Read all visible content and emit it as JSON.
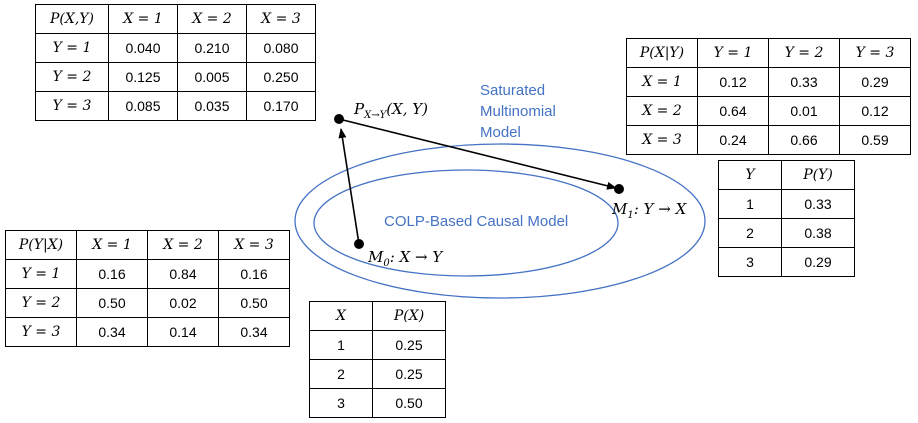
{
  "tables": {
    "joint": {
      "header": [
        "P(X,Y)",
        "X = 1",
        "X = 2",
        "X = 3"
      ],
      "rows": [
        [
          "Y = 1",
          "0.040",
          "0.210",
          "0.080"
        ],
        [
          "Y = 2",
          "0.125",
          "0.005",
          "0.250"
        ],
        [
          "Y = 3",
          "0.085",
          "0.035",
          "0.170"
        ]
      ]
    },
    "x_given_y": {
      "header": [
        "P(X|Y)",
        "Y = 1",
        "Y = 2",
        "Y = 3"
      ],
      "rows": [
        [
          "X = 1",
          "0.12",
          "0.33",
          "0.29"
        ],
        [
          "X = 2",
          "0.64",
          "0.01",
          "0.12"
        ],
        [
          "X = 3",
          "0.24",
          "0.66",
          "0.59"
        ]
      ]
    },
    "y_given_x": {
      "header": [
        "P(Y|X)",
        "X = 1",
        "X = 2",
        "X = 3"
      ],
      "rows": [
        [
          "Y = 1",
          "0.16",
          "0.84",
          "0.16"
        ],
        [
          "Y = 2",
          "0.50",
          "0.02",
          "0.50"
        ],
        [
          "Y = 3",
          "0.34",
          "0.14",
          "0.34"
        ]
      ]
    },
    "py": {
      "header": [
        "Y",
        "P(Y)"
      ],
      "rows": [
        [
          "1",
          "0.33"
        ],
        [
          "2",
          "0.38"
        ],
        [
          "3",
          "0.29"
        ]
      ]
    },
    "px": {
      "header": [
        "X",
        "P(X)"
      ],
      "rows": [
        [
          "1",
          "0.25"
        ],
        [
          "2",
          "0.25"
        ],
        [
          "3",
          "0.50"
        ]
      ]
    }
  },
  "labels": {
    "p_joint": "P",
    "p_joint_sub": "X→Y",
    "p_joint_args": "(X, Y)",
    "saturated": [
      "Saturated",
      "Multinomial",
      "Model"
    ],
    "colp": "COLP-Based Causal Model",
    "m0": "M",
    "m0_sub": "0",
    "m0_rest": ": X → Y",
    "m1": "M",
    "m1_sub": "1",
    "m1_rest": ": Y → X"
  },
  "colors": {
    "ellipse": "#4472c4",
    "text_blue": "#4472c4",
    "line": "#000000"
  }
}
